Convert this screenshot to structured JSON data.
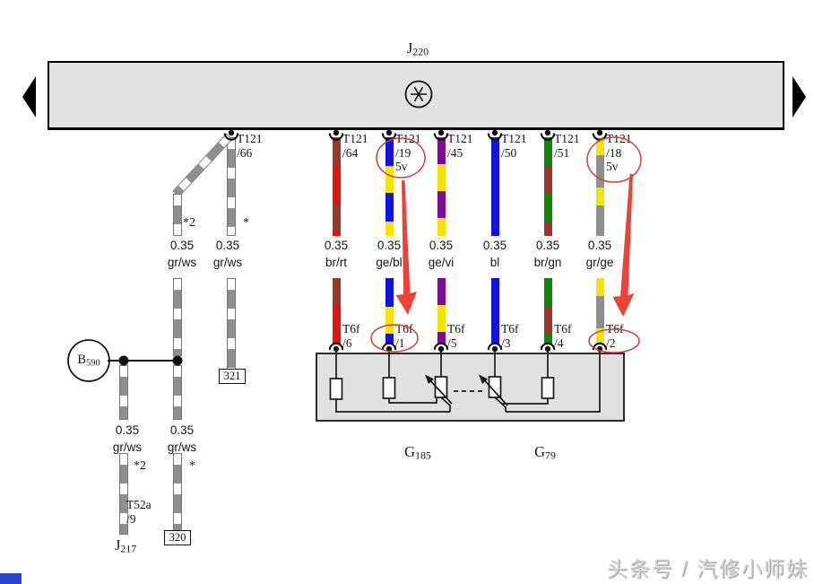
{
  "ecu": {
    "main": "J",
    "sub": "220"
  },
  "left_branch": {
    "connector": {
      "l1": "T121",
      "l2": "/66"
    },
    "upper_left_wire": {
      "size": "0.35",
      "code": "gr/ws",
      "star": "*2"
    },
    "upper_right_wire": {
      "size": "0.35",
      "code": "gr/ws",
      "star": "*",
      "ground_label": "321"
    },
    "sensor": {
      "main": "B",
      "sub": "590"
    },
    "lower_left_wire": {
      "size": "0.35",
      "code": "gr/ws",
      "star": "*2",
      "connector_l1": "T52a",
      "connector_l2": "/9"
    },
    "lower_right_wire": {
      "size": "0.35",
      "code": "gr/ws",
      "star": "*",
      "ground_label": "320"
    },
    "relay": {
      "main": "J",
      "sub": "217"
    }
  },
  "wires": [
    {
      "t121_l1": "T121",
      "t121_l2": "/64",
      "size": "0.35",
      "code": "br/rt",
      "t6f_l1": "T6f",
      "t6f_l2": "/6"
    },
    {
      "t121_l1": "T121",
      "t121_l2": "/19",
      "t121_l3": "5v",
      "size": "0.35",
      "code": "ge/bl",
      "t6f_l1": "T6f",
      "t6f_l2": "/1"
    },
    {
      "t121_l1": "T121",
      "t121_l2": "/45",
      "size": "0.35",
      "code": "ge/vi",
      "t6f_l1": "T6f",
      "t6f_l2": "/5"
    },
    {
      "t121_l1": "T121",
      "t121_l2": "/50",
      "size": "0.35",
      "code": "bl",
      "t6f_l1": "T6f",
      "t6f_l2": "/3"
    },
    {
      "t121_l1": "T121",
      "t121_l2": "/51",
      "size": "0.35",
      "code": "br/gn",
      "t6f_l1": "T6f",
      "t6f_l2": "/4"
    },
    {
      "t121_l1": "T121",
      "t121_l2": "/18",
      "t121_l3": "5v",
      "size": "0.35",
      "code": "gr/ge",
      "t6f_l1": "T6f",
      "t6f_l2": "/2"
    }
  ],
  "components": {
    "g185": {
      "main": "G",
      "sub": "185"
    },
    "g79": {
      "main": "G",
      "sub": "79"
    }
  },
  "watermark": "头条号 / 汽修小师妹",
  "palette": {
    "red": "#e51212",
    "brown": "#9c362b",
    "yellow": "#f2e30c",
    "blue": "#1414d6",
    "violet": "#7a1090",
    "green": "#12850f",
    "gray": "#8f8f8f",
    "white": "#ffffff",
    "annotation_red": "#d43c3c",
    "bar_gray": "#e2e2e2",
    "box_gray": "#e1e1e1"
  }
}
